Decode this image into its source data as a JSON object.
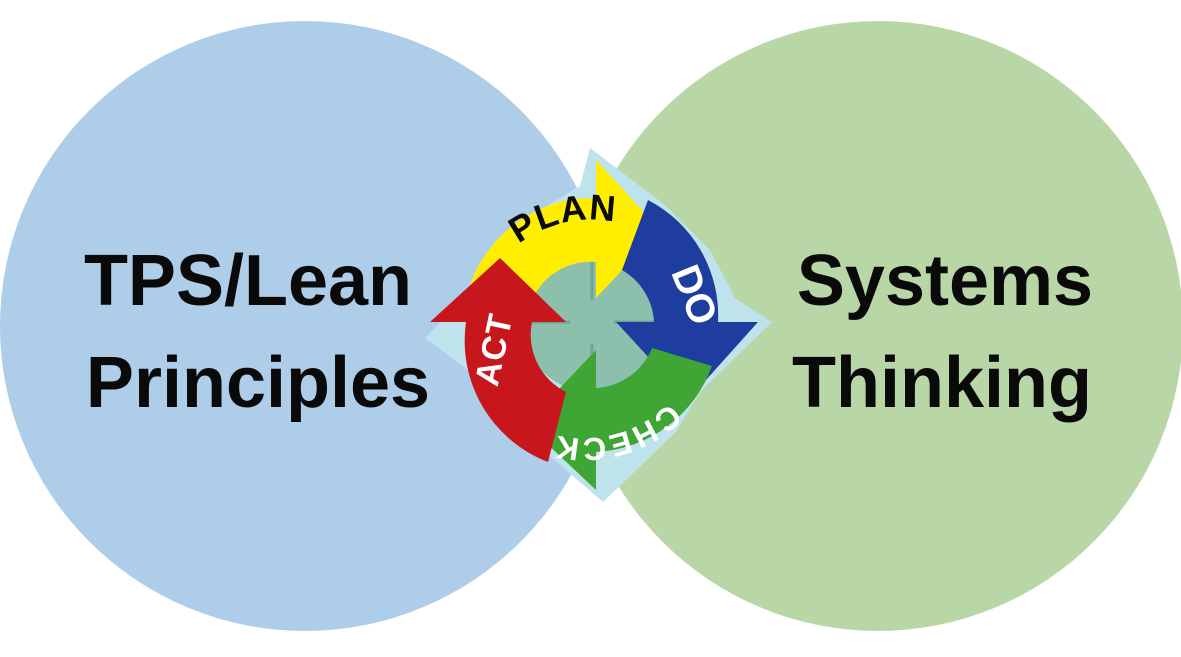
{
  "colors": {
    "left_circle": "#aecde8",
    "right_circle": "#b7d5a4",
    "halo": "#bfe3ec",
    "center": "#8dbfad",
    "plan": "#ffee00",
    "do": "#1e3d9e",
    "check": "#3fa535",
    "act": "#c8161d",
    "label_dark": "#0a0a0a",
    "label_light": "#ffffff"
  },
  "left_circle": {
    "lines": [
      "TPS/Lean",
      "Principles"
    ]
  },
  "right_circle": {
    "lines": [
      "Systems",
      "Thinking"
    ]
  },
  "cycle": {
    "plan": "PLAN",
    "do": "DO",
    "check": "CHECK",
    "act": "ACT"
  }
}
